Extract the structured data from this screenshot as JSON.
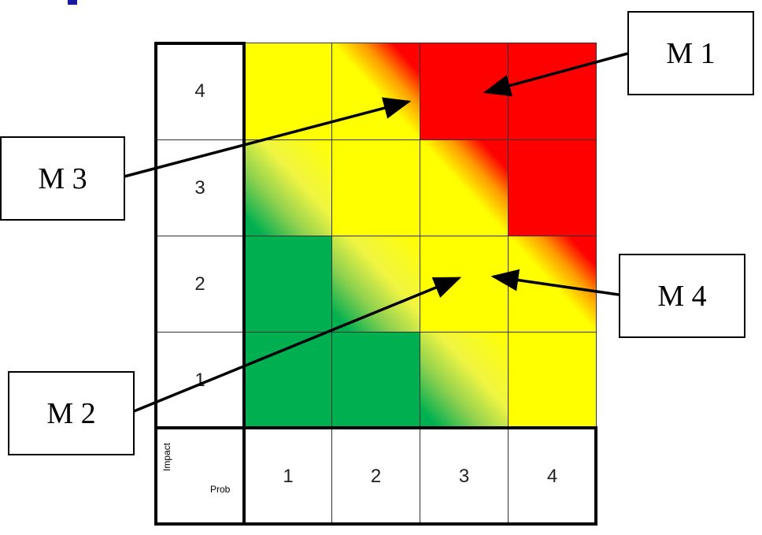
{
  "matrix": {
    "row_labels": [
      "4",
      "3",
      "2",
      "1"
    ],
    "col_labels": [
      "1",
      "2",
      "3",
      "4"
    ],
    "axis_impact": "Impact",
    "axis_prob": "Prob",
    "cells": [
      [
        "yellow",
        "y2r",
        "red",
        "red"
      ],
      [
        "g2y",
        "yellow",
        "y2r",
        "red"
      ],
      [
        "green",
        "g2y",
        "yellow",
        "y2r"
      ],
      [
        "green",
        "green",
        "g2y",
        "yellow"
      ]
    ]
  },
  "callouts": {
    "m1": "M 1",
    "m2": "M 2",
    "m3": "M 3",
    "m4": "M 4"
  },
  "colors": {
    "red": "#ff0000",
    "yellow": "#ffff00",
    "green": "#00b050",
    "title": "#1a1aa0"
  }
}
